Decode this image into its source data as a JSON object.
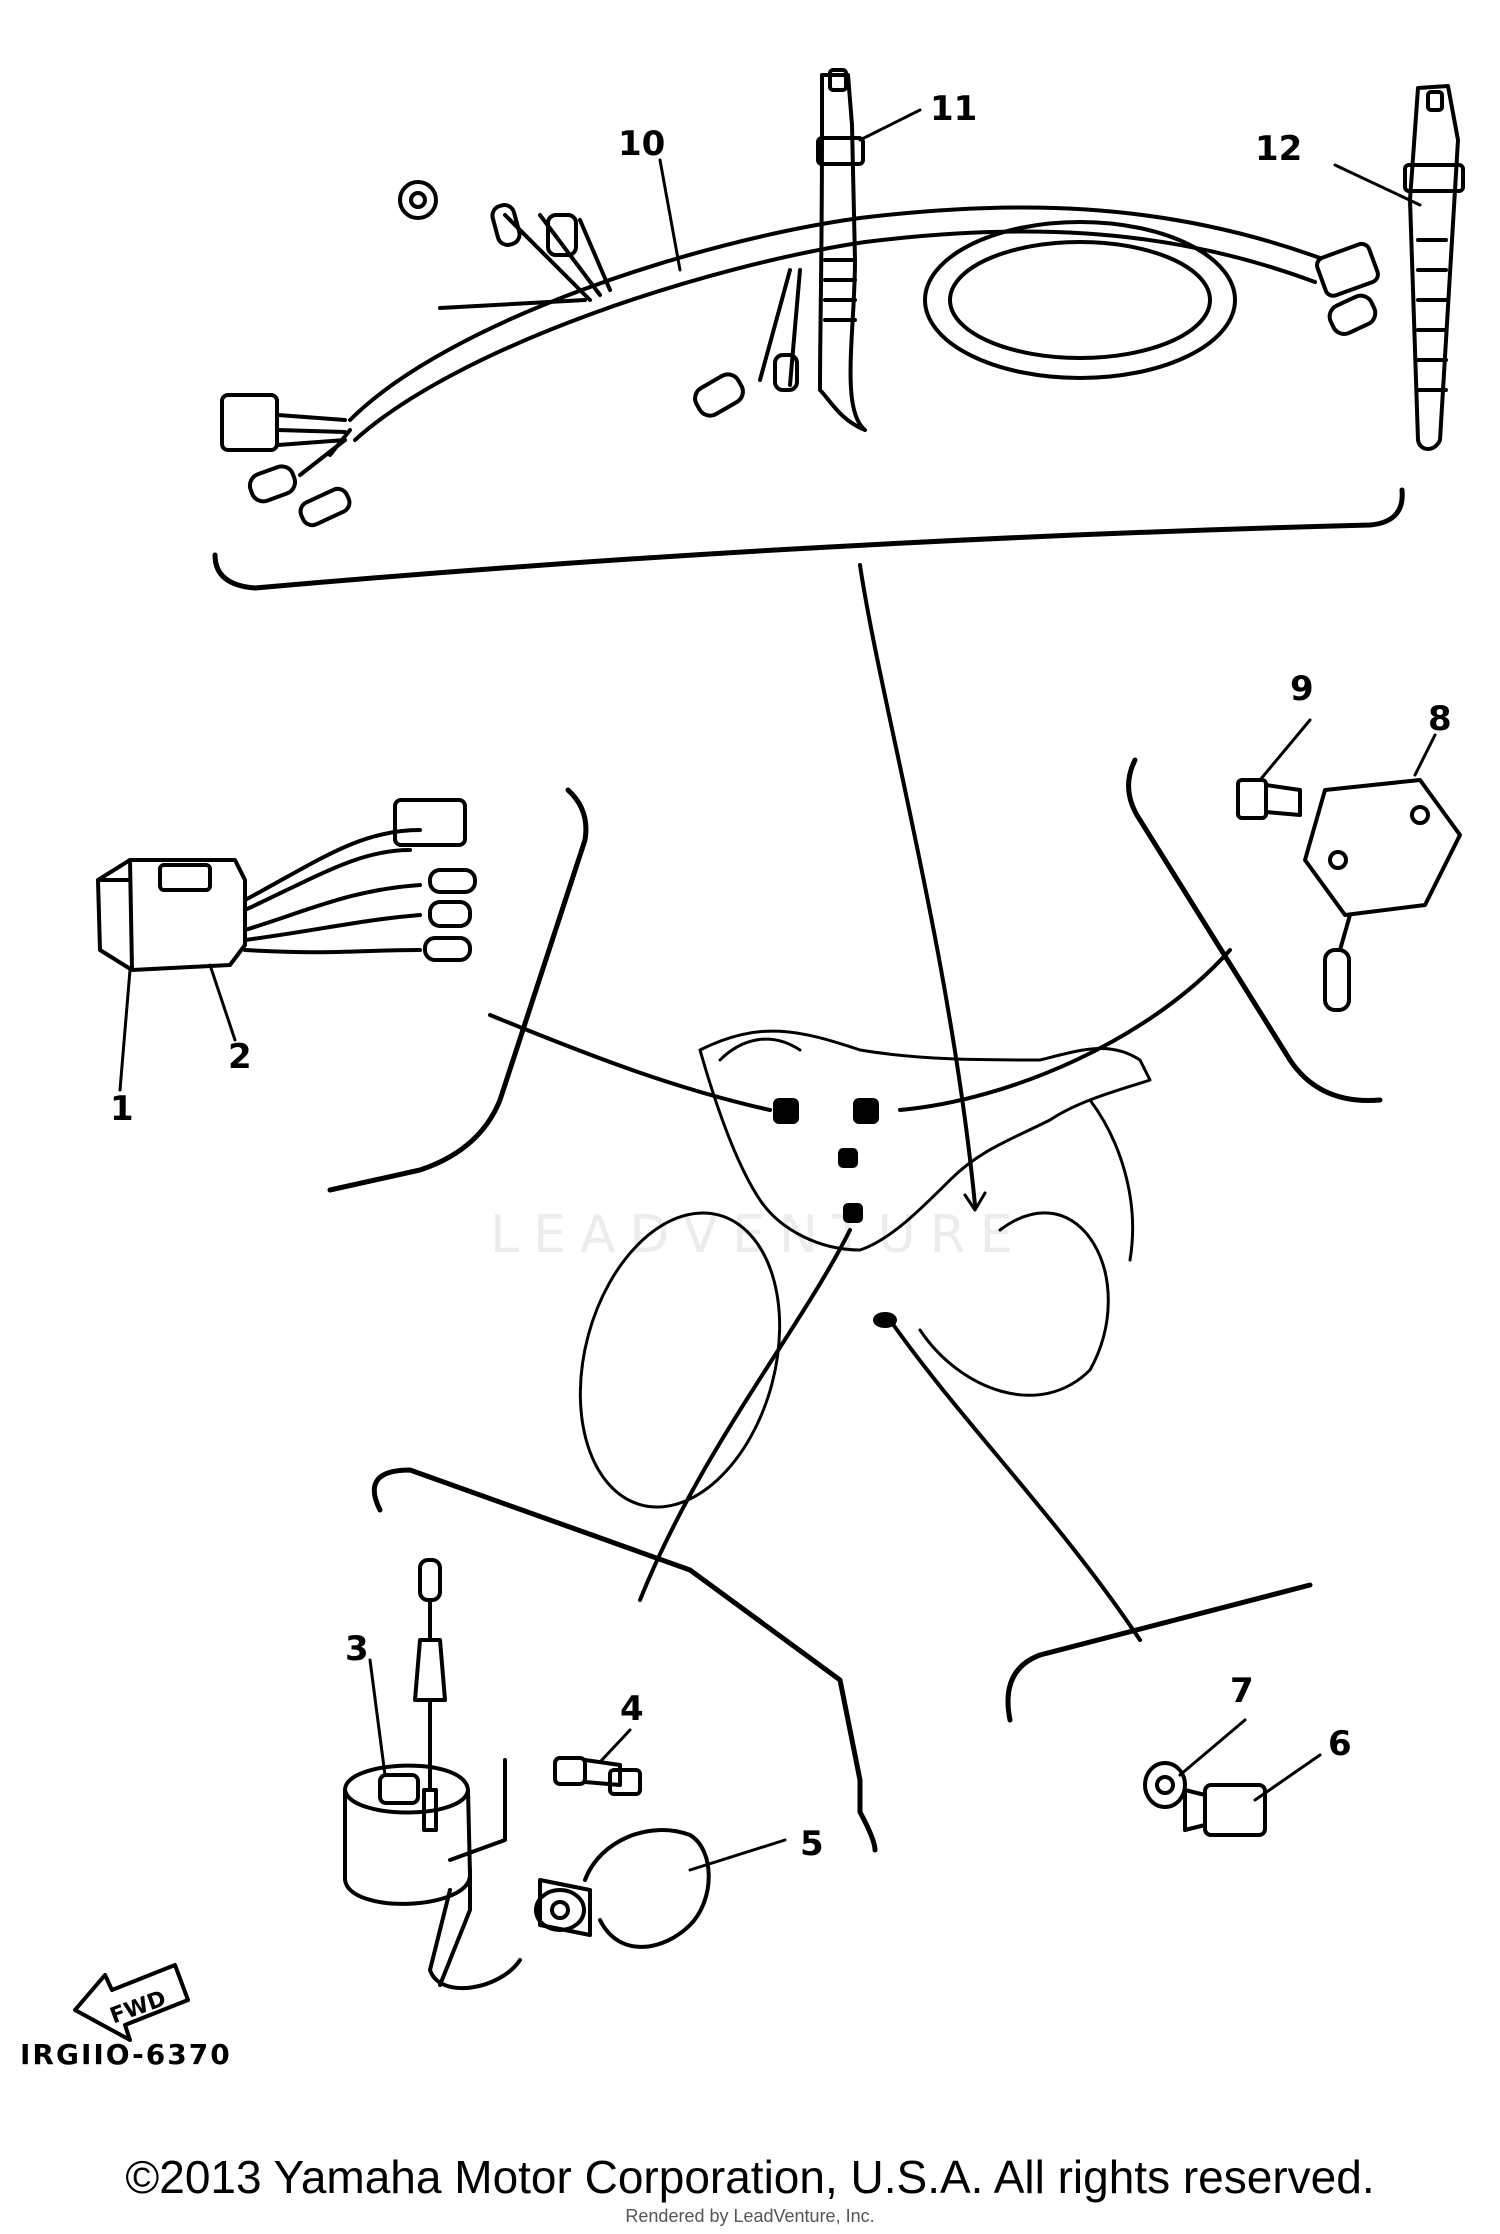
{
  "callouts": {
    "c1": "1",
    "c2": "2",
    "c3": "3",
    "c4": "4",
    "c5": "5",
    "c6": "6",
    "c7": "7",
    "c8": "8",
    "c9": "9",
    "c10": "10",
    "c11": "11",
    "c12": "12"
  },
  "fwd_label": "FWD",
  "diagram_code": "IRGIIO-6370",
  "watermark": "LEADVENTURE",
  "copyright": "©2013 Yamaha Motor Corporation, U.S.A. All rights reserved.",
  "rendered_by": "Rendered by LeadVenture, Inc."
}
